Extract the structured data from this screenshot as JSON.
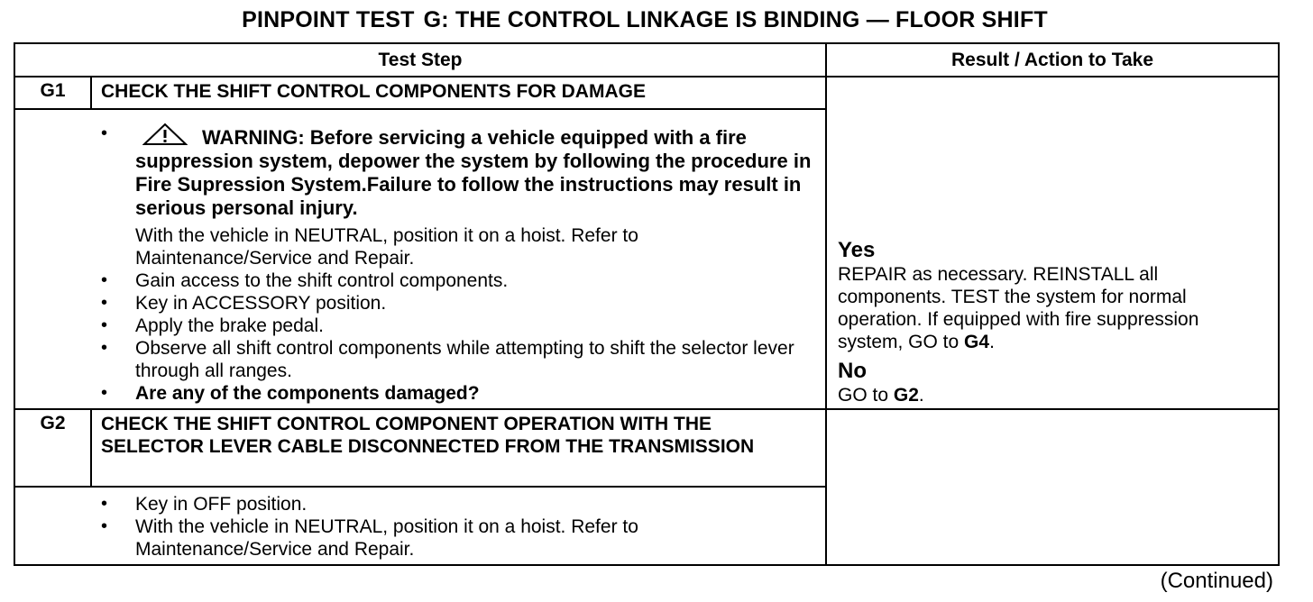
{
  "page": {
    "title_left": "PINPOINT TEST",
    "title_right": "G: THE CONTROL LINKAGE IS BINDING — FLOOR SHIFT",
    "continued": "(Continued)"
  },
  "table": {
    "header_step": "Test Step",
    "header_result": "Result / Action to Take"
  },
  "steps": [
    {
      "id": "G1",
      "title": "CHECK THE SHIFT CONTROL COMPONENTS FOR DAMAGE",
      "warning_icon": "warning-triangle-icon",
      "warning": "WARNING: Before servicing a vehicle equipped with a fire suppression system, depower the system by following the procedure in Fire Supression System.Failure to follow the instructions may result in serious personal injury.",
      "warning_followup": "With the vehicle in NEUTRAL, position it on a hoist. Refer to Maintenance/Service and Repair.",
      "bullets": [
        "Gain access to the shift control components.",
        "Key in ACCESSORY position.",
        "Apply the brake pedal.",
        "Observe all shift control components while attempting to shift the selector lever through all ranges."
      ],
      "question": "Are any of the components damaged?",
      "yes_label": "Yes",
      "yes_text": "REPAIR as necessary. REINSTALL all components. TEST the system for normal operation. If equipped with fire suppression system, GO to",
      "yes_ref": "G4",
      "no_label": "No",
      "no_text": "GO to",
      "no_ref": "G2"
    },
    {
      "id": "G2",
      "title": "CHECK THE SHIFT CONTROL COMPONENT OPERATION WITH THE SELECTOR LEVER CABLE DISCONNECTED FROM THE TRANSMISSION",
      "bullets": [
        "Key in OFF position.",
        "With the vehicle in NEUTRAL, position it on a hoist. Refer to Maintenance/Service and Repair."
      ]
    }
  ]
}
